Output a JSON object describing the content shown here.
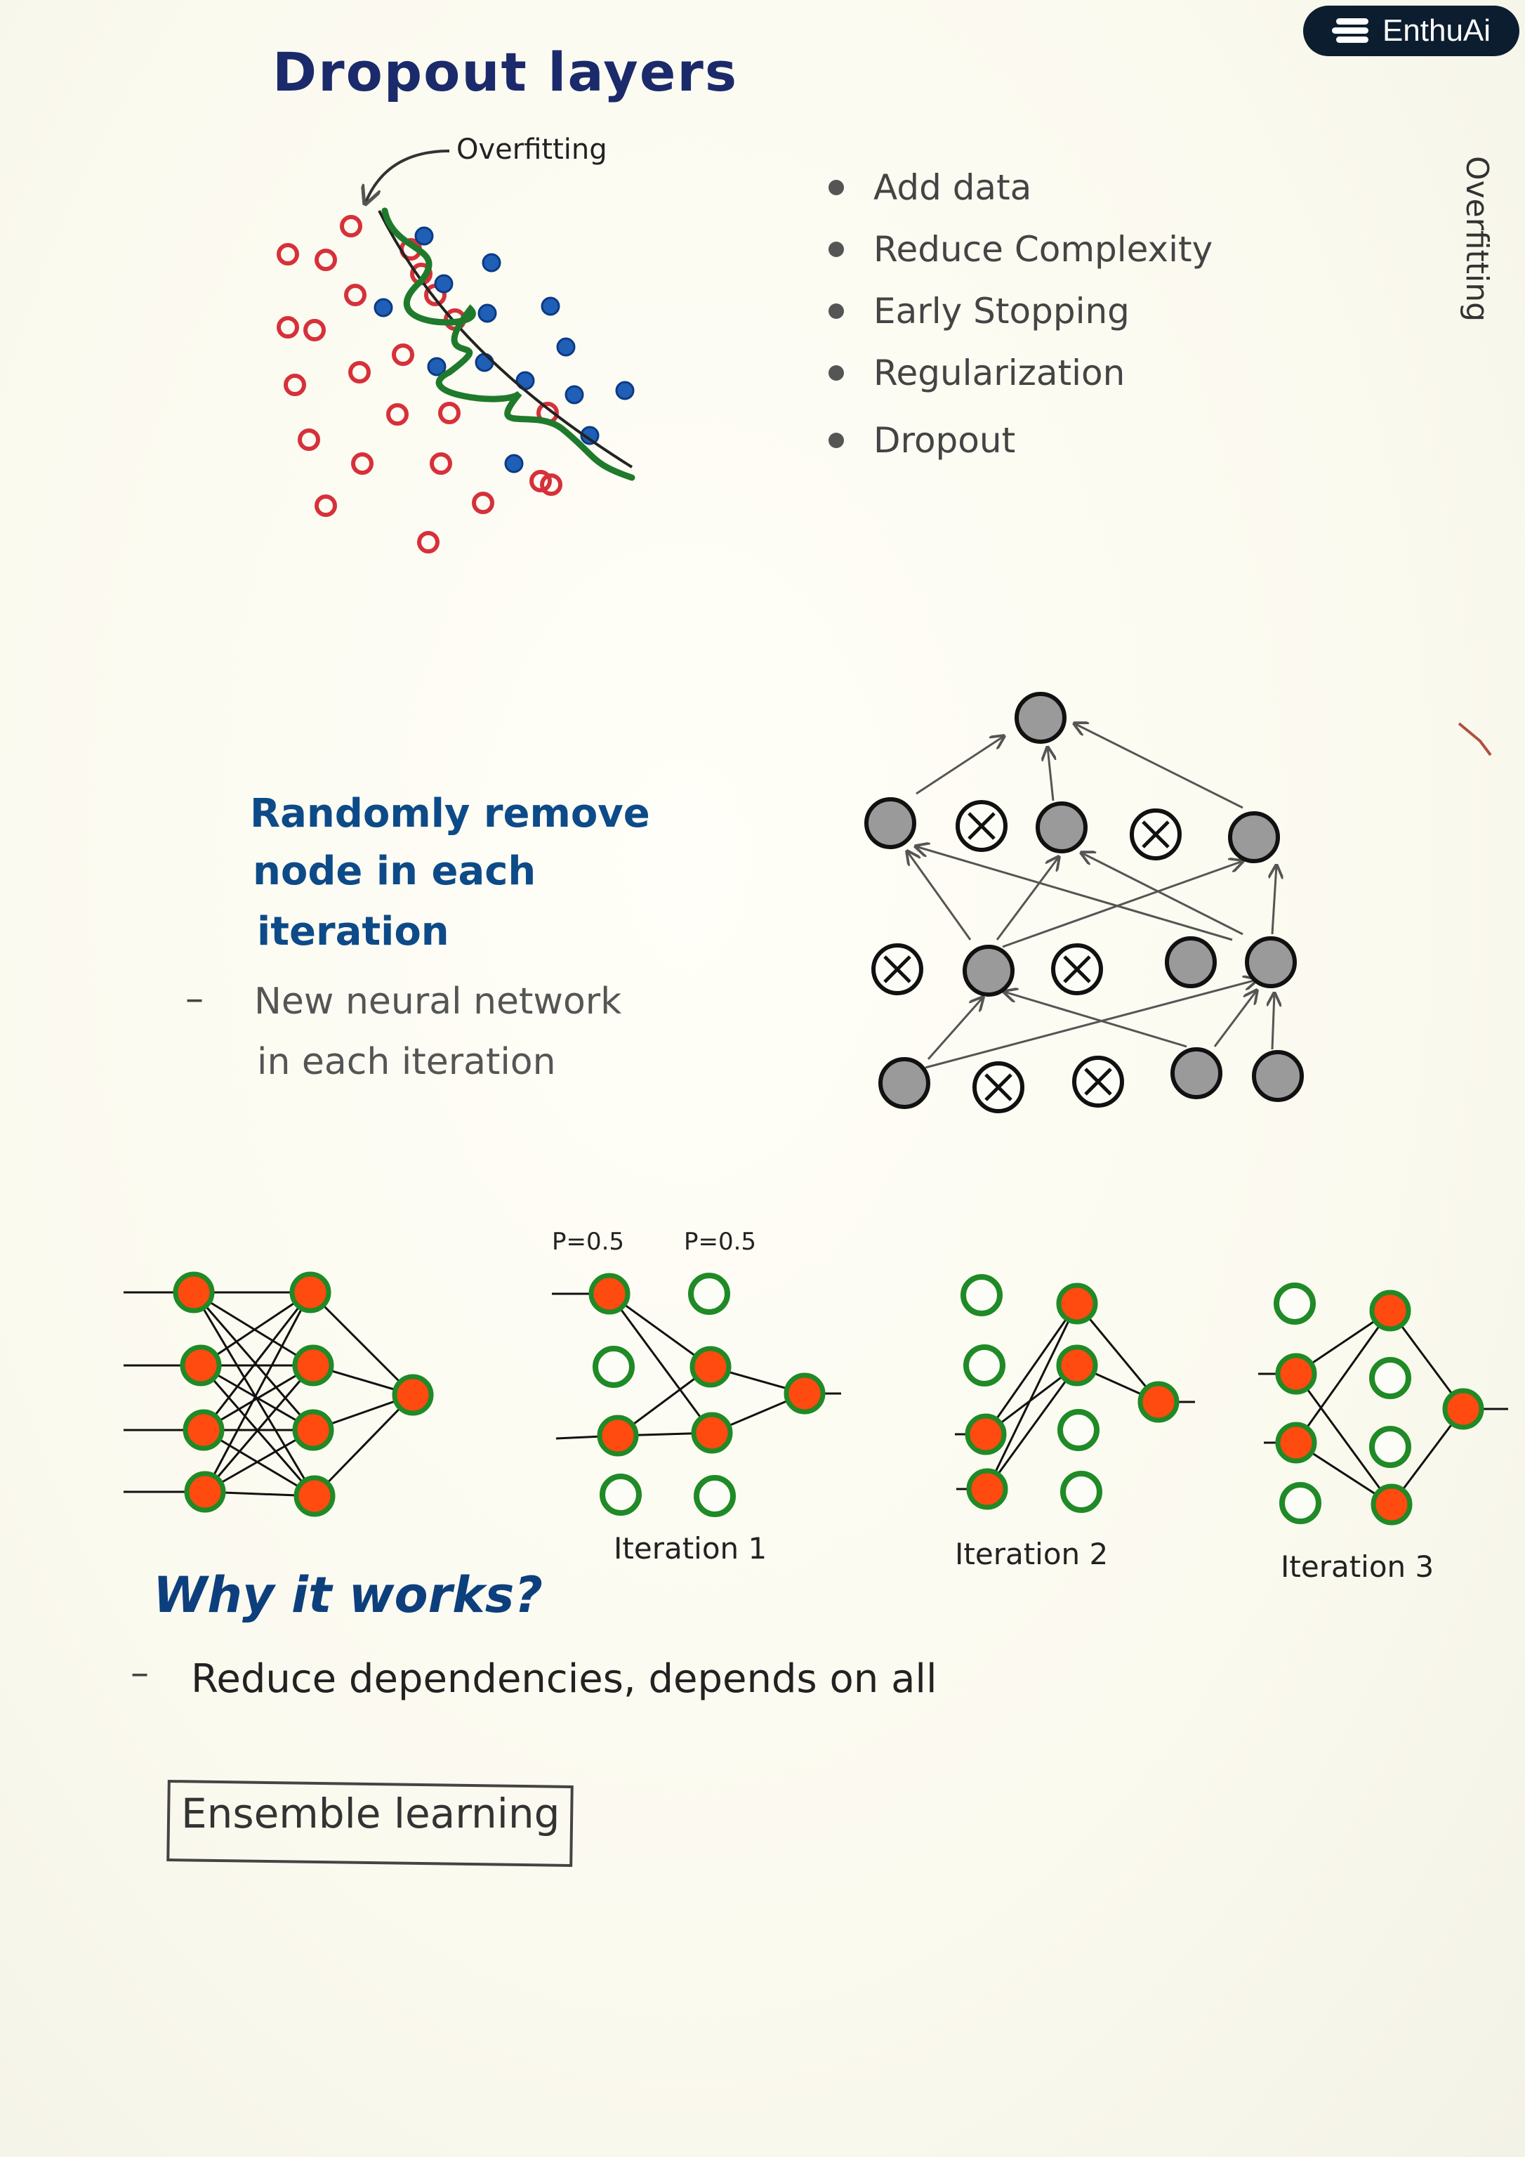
{
  "brand": {
    "name": "EnthuAi"
  },
  "title": "Dropout layers",
  "scatter": {
    "annotation": "Overfitting"
  },
  "overfitting_remedies": [
    {
      "label": "Add data"
    },
    {
      "label": "Reduce Complexity"
    },
    {
      "label": "Early Stopping"
    },
    {
      "label": "Regularization"
    },
    {
      "label": "Dropout"
    }
  ],
  "side_note": "Overfitting",
  "random_remove": {
    "line1": "Randomly remove",
    "line2": "node in each",
    "line3": "iteration"
  },
  "new_network": {
    "line1": "New neural network",
    "line2": "in each iteration"
  },
  "iterations": {
    "p_label_1": "P=0.5",
    "p_label_2": "P=0.5",
    "labels": [
      "Iteration 1",
      "Iteration 2",
      "Iteration 3"
    ]
  },
  "why": {
    "heading": "Why it works?",
    "reason": "Reduce dependencies, depends on all"
  },
  "ensemble": "Ensemble learning",
  "colors": {
    "title_ink": "#1b2a6b",
    "blue_ink": "#0d4a88",
    "red_dot": "#d6313a",
    "blue_dot": "#1f5fb5",
    "boundary_green": "#1f7a2c",
    "node_orange": "#ff4a10",
    "node_ring_green": "#1f8a26",
    "dropped_node_grey": "#9a9a9a"
  }
}
